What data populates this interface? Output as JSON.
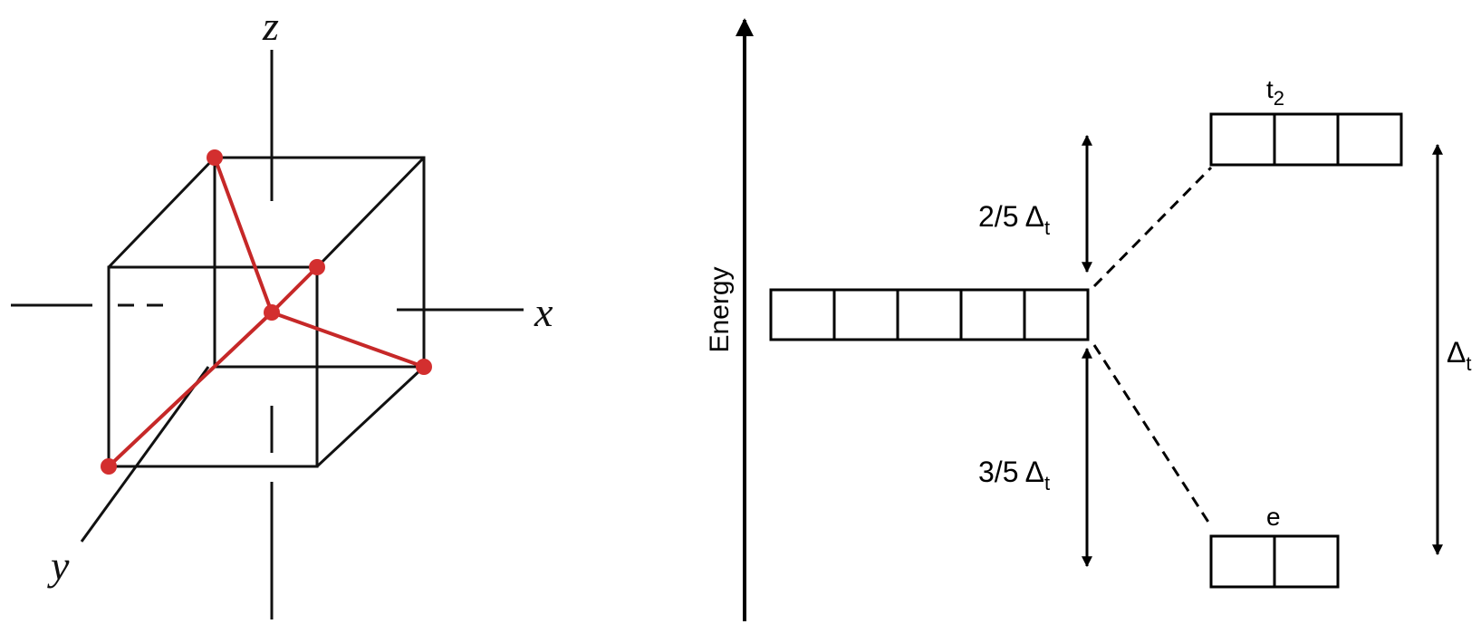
{
  "cube_diagram": {
    "axis_labels": {
      "z": "z",
      "x": "x",
      "y": "y"
    },
    "colors": {
      "lines": "#111111",
      "bonds": "#c62828",
      "atoms": "#d32f2f"
    }
  },
  "energy_diagram": {
    "energy_label": "Energy",
    "t2_label": {
      "main": "t",
      "sub": "2"
    },
    "e_label": "e",
    "upper_gap": {
      "main": "2/5 Δ",
      "sub": "t"
    },
    "lower_gap": {
      "main": "3/5 Δ",
      "sub": "t"
    },
    "total_gap": {
      "main": "Δ",
      "sub": "t"
    },
    "degenerate_box_count": 5,
    "t2_box_count": 3,
    "e_box_count": 2,
    "colors": {
      "lines": "#000000"
    }
  }
}
